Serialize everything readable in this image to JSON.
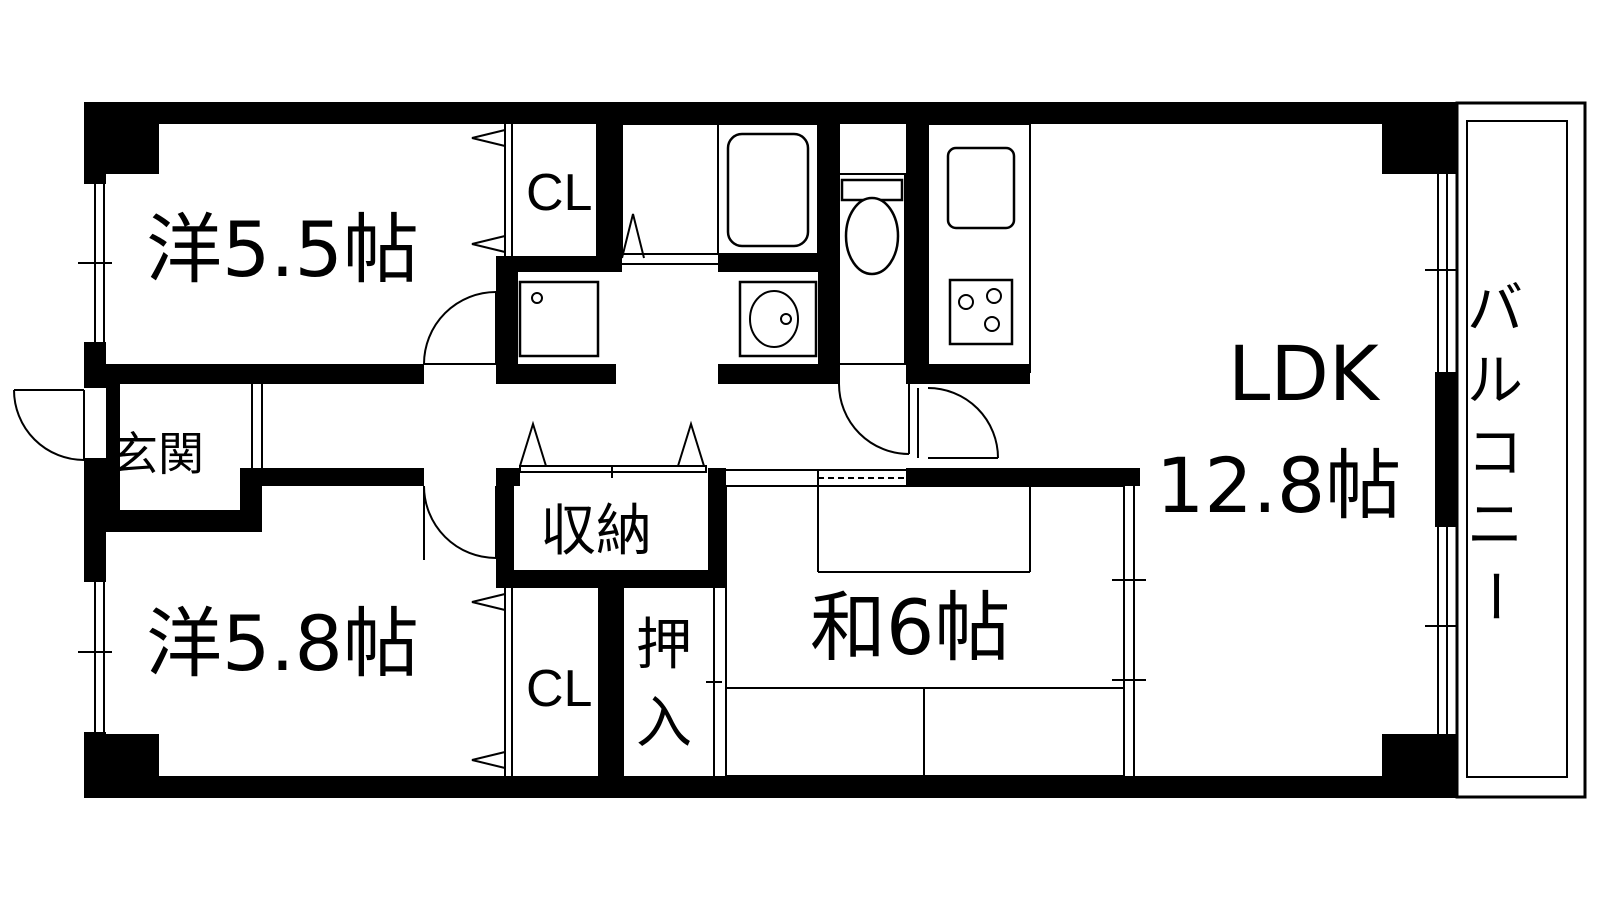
{
  "floor_plan": {
    "rooms": {
      "western_1": "洋5.5帖",
      "western_2": "洋5.8帖",
      "closet_1": "CL",
      "closet_2": "CL",
      "entrance": "玄関",
      "storage": "収納",
      "oshiire_1": "押",
      "oshiire_2": "入",
      "japanese": "和6帖",
      "ldk_1": "LDK",
      "ldk_2": "12.8帖",
      "balcony": [
        "バ",
        "ル",
        "コ",
        "ニ",
        "ー"
      ]
    },
    "colors": {
      "wall": "#000000",
      "background": "#ffffff"
    },
    "icons": [
      "bathtub-icon",
      "toilet-icon",
      "washbasin-icon",
      "washing-machine-pan-icon",
      "kitchen-sink-icon",
      "stove-icon"
    ]
  }
}
